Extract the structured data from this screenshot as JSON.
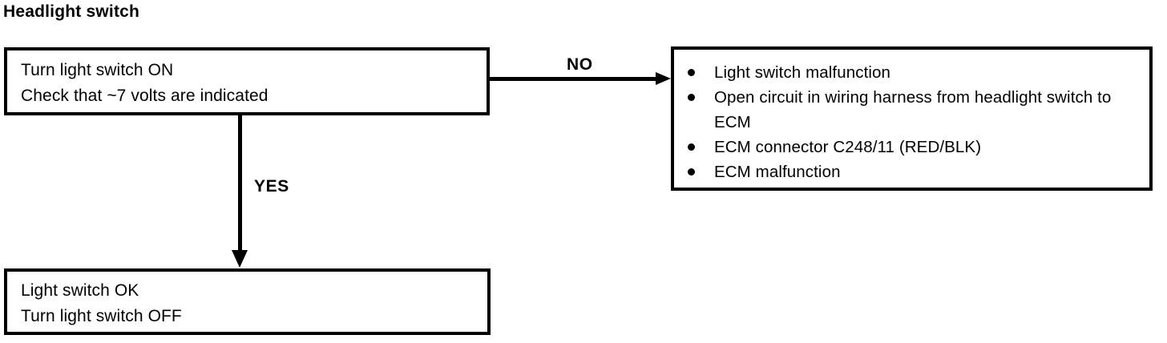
{
  "title": "Headlight switch",
  "diagram": {
    "type": "flowchart",
    "test_box": {
      "name": "test-step",
      "lines": [
        "Turn light switch ON",
        "Check that ~7 volts are indicated"
      ]
    },
    "ok_box": {
      "name": "result-ok",
      "lines": [
        "Light switch OK",
        "Turn light switch OFF"
      ]
    },
    "fault_box": {
      "name": "possible-faults",
      "items": [
        "Light switch malfunction",
        "Open circuit in wiring harness from headlight switch to ECM",
        "ECM connector C248/11 (RED/BLK)",
        "ECM malfunction"
      ]
    },
    "branches": {
      "no_label": "NO",
      "yes_label": "YES"
    }
  },
  "colors": {
    "ink": "#000000",
    "paper": "#ffffff"
  }
}
